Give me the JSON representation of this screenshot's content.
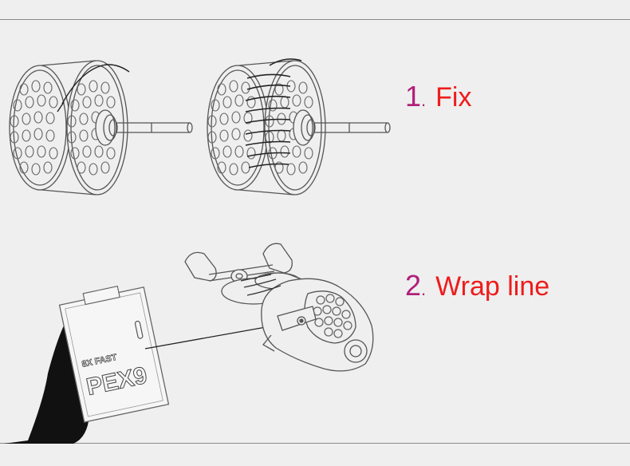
{
  "steps": [
    {
      "number": "1",
      "separator": ".",
      "label": "Fix"
    },
    {
      "number": "2",
      "separator": ".",
      "label": "Wrap line"
    }
  ],
  "package": {
    "brand_text": "8X FAST",
    "product_text": "PEX9"
  },
  "colors": {
    "background": "#efefef",
    "rule": "#8a8a8a",
    "step_number": "#b0207a",
    "step_label": "#ee1c1c",
    "line_art": "#555555",
    "hand": "#111111"
  }
}
